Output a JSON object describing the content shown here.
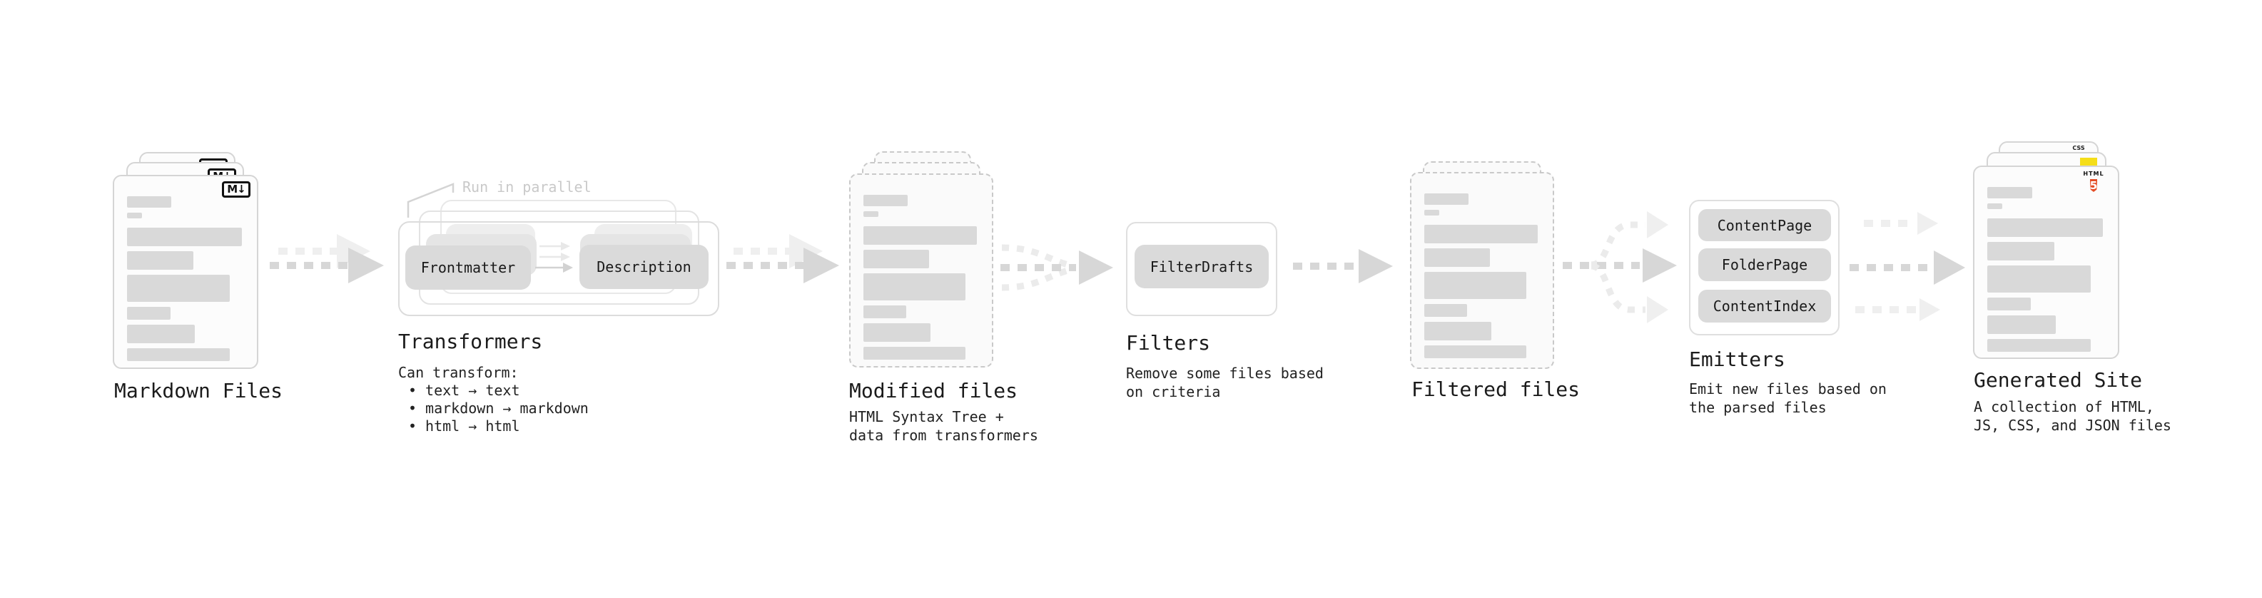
{
  "markdown": {
    "title": "Markdown Files"
  },
  "transformers": {
    "note": "Run in parallel",
    "pill_left": "Frontmatter",
    "pill_right": "Description",
    "title": "Transformers",
    "intro": "Can transform:",
    "bullet_char": "•",
    "bullets": [
      "text → text",
      "markdown → markdown",
      "html → html"
    ]
  },
  "modified": {
    "title": "Modified files",
    "sub": [
      "HTML Syntax Tree +",
      "data from transformers"
    ]
  },
  "filters": {
    "pill": "FilterDrafts",
    "title": "Filters",
    "sub": [
      "Remove some files based",
      "on criteria"
    ]
  },
  "filtered": {
    "title": "Filtered files"
  },
  "emitters": {
    "pills": [
      "ContentPage",
      "FolderPage",
      "ContentIndex"
    ],
    "title": "Emitters",
    "sub": [
      "Emit new files based on",
      "the parsed files"
    ]
  },
  "generated": {
    "title": "Generated Site",
    "sub": [
      "A collection of HTML,",
      "JS, CSS, and JSON files"
    ]
  },
  "icons": {
    "markdown": "M↓",
    "html_label": "HTML",
    "html_digit": "5",
    "css_label": "CSS"
  },
  "colors": {
    "html5_orange": "#E44D26",
    "js_yellow": "#F5DE19",
    "css_blue": "#2965F1",
    "arrow_dark": "#d7d7d7",
    "arrow_light": "#efefef",
    "bar_gray": "#d9d9d9"
  }
}
